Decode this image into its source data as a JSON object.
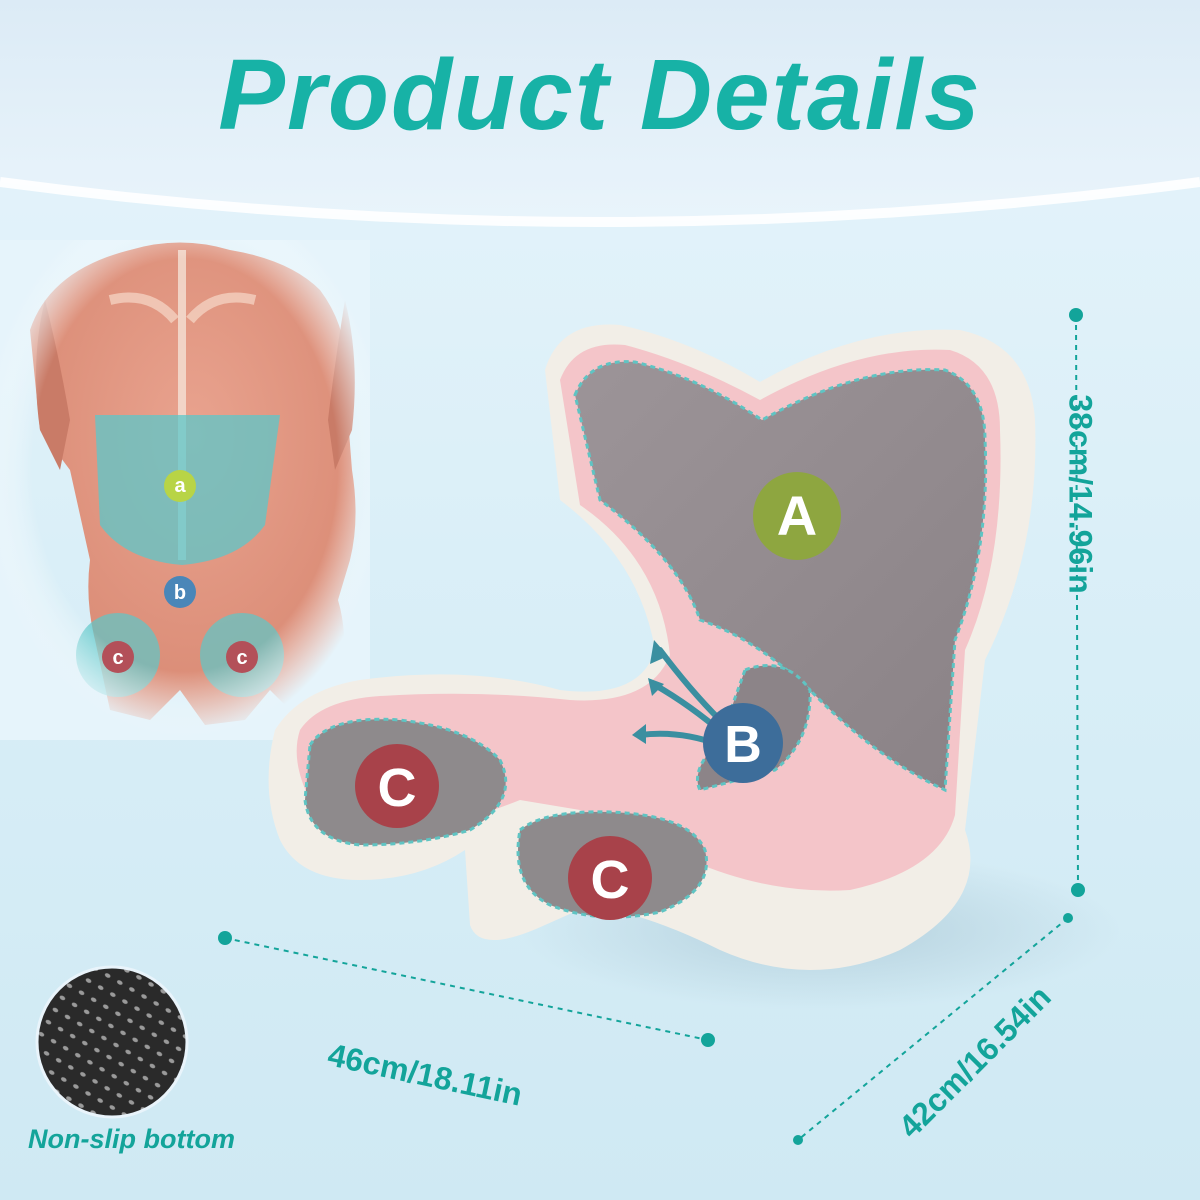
{
  "title": "Product Details",
  "zones": {
    "a_small": "a",
    "b_small": "b",
    "c_small": "c",
    "A": "A",
    "B": "B",
    "C": "C"
  },
  "dimensions": {
    "height": "38cm/14.96in",
    "width": "46cm/18.11in",
    "depth": "42cm/16.54in"
  },
  "non_slip_label": "Non-slip bottom",
  "colors": {
    "accent_teal": "#17b2a6",
    "zone_a_green": "#8ea640",
    "zone_b_blue": "#3d6d9a",
    "zone_c_red": "#a8424a",
    "cushion_pink": "#f4c5c9",
    "cushion_gray": "#9a9296",
    "cushion_white": "#f2eee7"
  }
}
